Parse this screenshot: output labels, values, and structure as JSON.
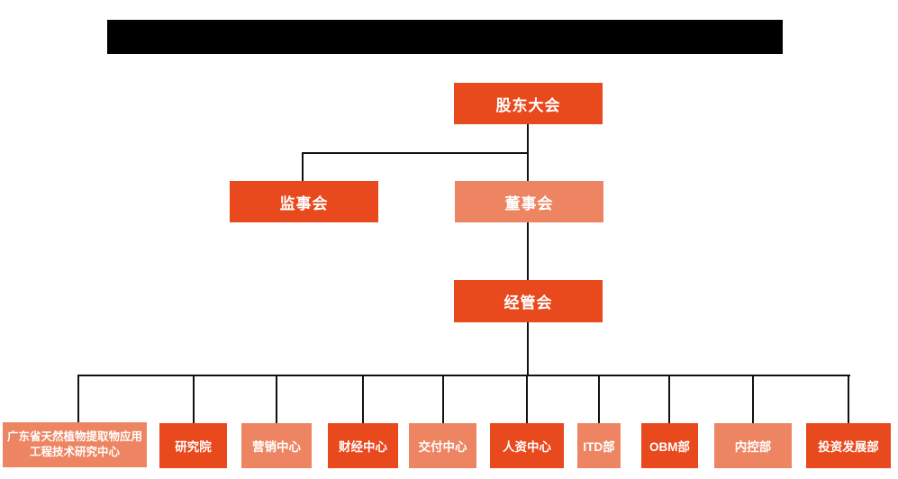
{
  "page": {
    "background": "#ffffff",
    "title_bar": {
      "type": "redacted-black-bar",
      "text": ""
    }
  },
  "colors": {
    "node_dark": "#e8491d",
    "node_light": "#ed8562",
    "connector": "#111111",
    "node_text": "#ffffff",
    "redaction": "#000000"
  },
  "org_chart": {
    "root": {
      "label": "股东大会",
      "variant": "dark"
    },
    "level2": [
      {
        "label": "监事会",
        "variant": "dark"
      },
      {
        "label": "董事会",
        "variant": "light"
      }
    ],
    "level3": {
      "label": "经管会",
      "variant": "dark"
    },
    "departments": [
      {
        "label": "广东省天然植物提取物应用工程技术研究中心",
        "variant": "light"
      },
      {
        "label": "研究院",
        "variant": "dark"
      },
      {
        "label": "营销中心",
        "variant": "light"
      },
      {
        "label": "财经中心",
        "variant": "dark"
      },
      {
        "label": "交付中心",
        "variant": "light"
      },
      {
        "label": "人资中心",
        "variant": "dark"
      },
      {
        "label": "ITD部",
        "variant": "light"
      },
      {
        "label": "OBM部",
        "variant": "dark"
      },
      {
        "label": "内控部",
        "variant": "light"
      },
      {
        "label": "投资发展部",
        "variant": "dark"
      }
    ]
  }
}
